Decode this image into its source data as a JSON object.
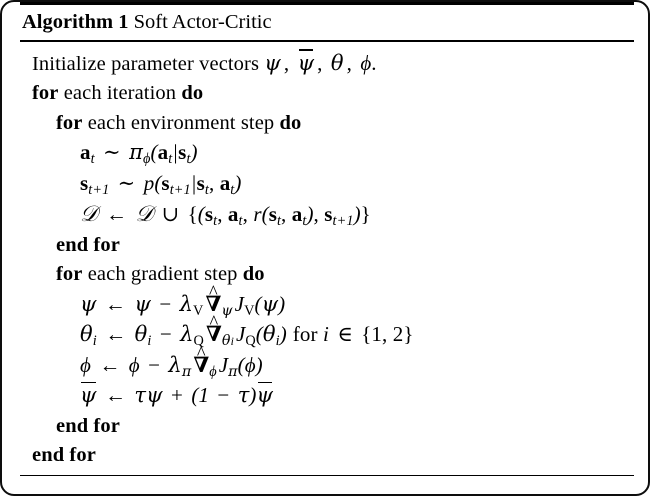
{
  "document": {
    "type": "algorithm-block",
    "caption": {
      "keyword": "Algorithm",
      "number": "1",
      "title": "Soft Actor-Critic"
    },
    "lines": [
      {
        "indent": 0,
        "text": "Initialize parameter vectors ψ, ψ̄, θ, ϕ."
      },
      {
        "indent": 0,
        "text": "for each iteration do"
      },
      {
        "indent": 1,
        "text": "for each environment step do"
      },
      {
        "indent": 2,
        "text": "a_t ~ π_ϕ(a_t|s_t)"
      },
      {
        "indent": 2,
        "text": "s_{t+1} ~ p(s_{t+1}|s_t, a_t)"
      },
      {
        "indent": 2,
        "text": "D ← D ∪ {(s_t, a_t, r(s_t, a_t), s_{t+1})}"
      },
      {
        "indent": 1,
        "text": "end for"
      },
      {
        "indent": 1,
        "text": "for each gradient step do"
      },
      {
        "indent": 2,
        "text": "ψ ← ψ − λ_V ∇̂_ψ J_V(ψ)"
      },
      {
        "indent": 2,
        "text": "θ_i ← θ_i − λ_Q ∇̂_{θ_i} J_Q(θ_i) for i ∈ {1, 2}"
      },
      {
        "indent": 2,
        "text": "ϕ ← ϕ − λ_π ∇̂_ϕ J_π(ϕ)"
      },
      {
        "indent": 2,
        "text": "ψ̄ ← τψ + (1 − τ)ψ̄"
      },
      {
        "indent": 1,
        "text": "end for"
      },
      {
        "indent": 0,
        "text": "end for"
      }
    ],
    "keywords": {
      "for": "for",
      "do": "do",
      "end_for": "end for",
      "each_iteration": "each iteration",
      "each_environment_step": "each environment step",
      "each_gradient_step": "each gradient step",
      "initialize_prefix": "Initialize parameter vectors",
      "for_inline": "for"
    },
    "symbols": {
      "psi": "ψ",
      "psi_bar": "ψ̄",
      "theta": "θ",
      "phi": "ϕ",
      "pi": "π",
      "tau": "τ",
      "lambda": "λ",
      "nabla_hat": "∇̂",
      "gets": "←",
      "sim": "∼",
      "cup": "∪",
      "in": "∈",
      "minus": "−",
      "plus": "+",
      "period": ".",
      "comma": ",",
      "D": "𝒟",
      "J": "J",
      "r": "r",
      "p": "p",
      "a": "a",
      "s": "s",
      "i": "i",
      "V": "V",
      "Q": "Q",
      "one": "1",
      "two": "2",
      "t": "t",
      "t_plus_1": "t+1"
    },
    "colors": {
      "text": "#000000",
      "background": "#ffffff",
      "rule": "#000000",
      "frame": "#0d0d0d"
    }
  }
}
